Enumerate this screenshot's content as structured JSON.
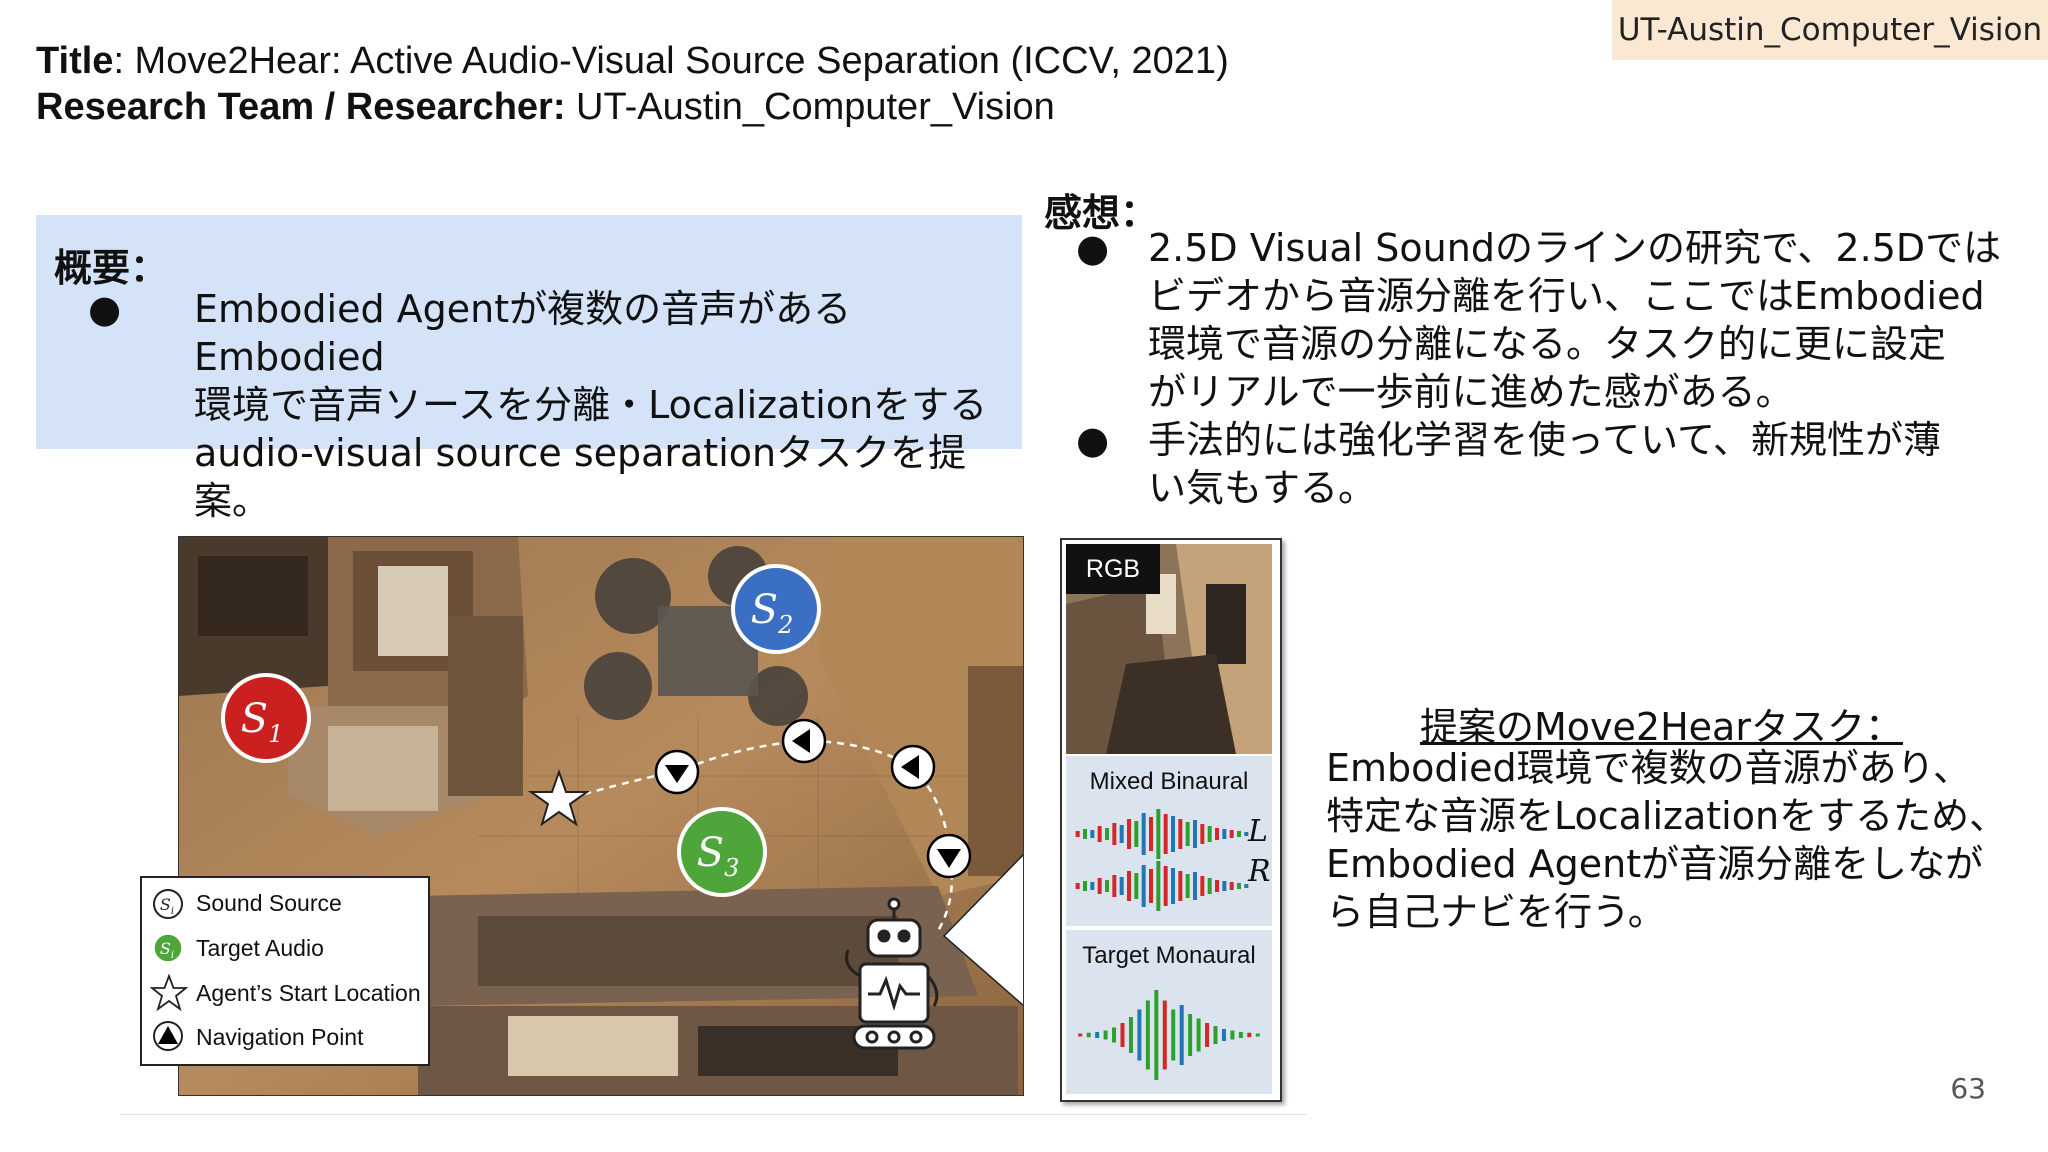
{
  "tag": "UT-Austin_Computer_Vision",
  "title": {
    "label": "Title",
    "text": ": Move2Hear: Active Audio-Visual Source Separation (ICCV, 2021)"
  },
  "team": {
    "label": "Research Team / Researcher:",
    "text": " UT-Austin_Computer_Vision"
  },
  "summary": {
    "heading": "概要：",
    "bullets": [
      {
        "lines": [
          "Embodied Agentが複数の音声があるEmbodied",
          "環境で音声ソースを分離・Localizationをする",
          "audio-visual source separationタスクを提案。"
        ]
      }
    ]
  },
  "impressions": {
    "heading": "感想：",
    "bullets": [
      {
        "lines": [
          "2.5D Visual Soundのラインの研究で、2.5Dでは",
          "ビデオから音源分離を行い、ここではEmbodied",
          "環境で音源の分離になる。タスク的に更に設定",
          "がリアルで一歩前に進めた感がある。"
        ]
      },
      {
        "lines": [
          "手法的には強化学習を使っていて、新規性が薄",
          "い気もする。"
        ]
      }
    ]
  },
  "figure": {
    "sources": {
      "s1": "S1",
      "s2": "S2",
      "s3": "S3"
    },
    "legend": [
      "Sound Source",
      "Target Audio",
      "Agent’s Start Location",
      "Navigation Point"
    ],
    "legend_symbol": "Si",
    "side_panel": {
      "rgb": "RGB",
      "mixed": "Mixed Binaural",
      "left": "L",
      "right": "R",
      "target": "Target Monaural"
    }
  },
  "proposal": {
    "heading": "提案のMove2Hearタスク：",
    "lines": [
      "Embodied環境で複数の音源があり、",
      "特定な音源をLocalizationをするため、",
      "Embodied Agentが音源分離をしなが",
      "ら自己ナビを行う。"
    ]
  },
  "page_number": "63",
  "colors": {
    "tag_bg": "#fbe8d3",
    "summary_bg": "#d4e3f8",
    "s1": "#cc1f1f",
    "s2": "#3b6fc3",
    "s3": "#4ea53a"
  }
}
